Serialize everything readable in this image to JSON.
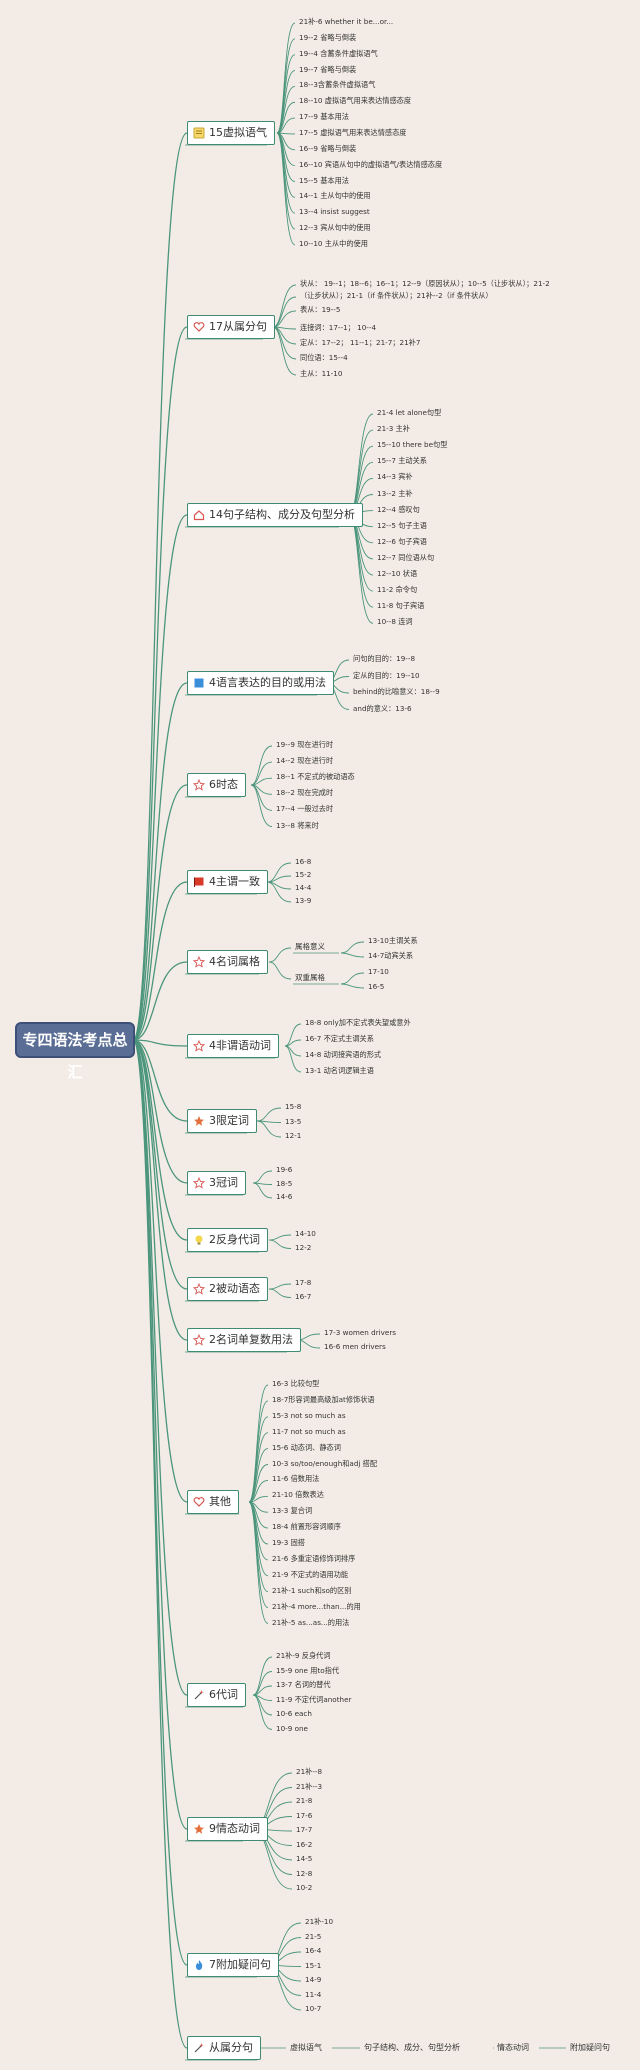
{
  "root": {
    "label": "专四语法考点总汇"
  },
  "topics": [
    {
      "label": "15虚拟语气",
      "icon": "note-icon",
      "leaves": [
        "21补-6 whether it be...or...",
        "19--2 省略与倒装",
        "19--4 含蓄条件虚拟语气",
        "19--7 省略与倒装",
        "18--3含蓄条件虚拟语气",
        "18--10 虚拟语气用来表达情感态度",
        "17--9 基本用法",
        "17--5 虚拟语气用来表达情感态度",
        "16--9 省略与倒装",
        "16--10 宾语从句中的虚拟语气/表达情感态度",
        "15--5 基本用法",
        "14--1 主从句中的使用",
        "13--4 insist suggest",
        "12--3 宾从句中的使用",
        "10--10 主从中的使用"
      ]
    },
    {
      "label": "17从属分句",
      "icon": "heart-icon",
      "leaves": [
        "状从： 19--1；18--6；16--1；12--9（原因状从）；10--5（让步状从）；21-2",
        "（让步状从）；21-1（if 条件状从）；21补--2（if 条件状从）",
        "表从：19--5",
        "连接词：17--1； 10--4",
        "定从：17--2； 11--1；21-7；21补7",
        "同位语：15--4",
        "主从：11-10"
      ]
    },
    {
      "label": "14句子结构、成分及句型分析",
      "icon": "home-icon",
      "leaves": [
        "21-4 let alone句型",
        "21-3 主补",
        "15--10 there be句型",
        "15--7 主动关系",
        "14--3 宾补",
        "13--2 主补",
        "12--4 感叹句",
        "12--5 句子主语",
        "12--6 句子宾语",
        "12--7 同位语从句",
        "12--10 状语",
        "11-2 命令句",
        "11-8 句子宾语",
        "10--8 连词"
      ]
    },
    {
      "label": "4语言表达的目的或用法",
      "icon": "square-blue-icon",
      "leaves": [
        "问句的目的：19--8",
        "定从的目的：19--10",
        "behind的比喻意义：18--9",
        "and的意义：13-6"
      ]
    },
    {
      "label": "6时态",
      "icon": "star-outline-icon",
      "leaves": [
        "19--9 现在进行时",
        "14--2 现在进行时",
        "18--1 不定式的被动语态",
        "18--2 现在完成时",
        "17--4 一般过去时",
        "13--8 将来时"
      ]
    },
    {
      "label": "4主谓一致",
      "icon": "flag-icon",
      "leaves": [
        "16-8",
        "15-2",
        "14-4",
        "13-9"
      ]
    },
    {
      "label": "4名词属格",
      "icon": "star-outline-icon",
      "subs": [
        {
          "label": "属格意义",
          "leaves": [
            "13-10主谓关系",
            "14-7动宾关系"
          ]
        },
        {
          "label": "双重属格",
          "leaves": [
            "17-10",
            "16-5"
          ]
        }
      ]
    },
    {
      "label": "4非谓语动词",
      "icon": "star-outline-icon",
      "leaves": [
        "18-8 only加不定式表失望或意外",
        "16-7 不定式主谓关系",
        "14-8 动词接宾语的形式",
        "13-1 动名词逻辑主语"
      ]
    },
    {
      "label": "3限定词",
      "icon": "star-filled-icon",
      "leaves": [
        "15-8",
        "13-5",
        "12-1"
      ]
    },
    {
      "label": "3冠词",
      "icon": "star-outline-icon",
      "leaves": [
        "19-6",
        "18-5",
        "14-6"
      ]
    },
    {
      "label": "2反身代词",
      "icon": "bulb-icon",
      "leaves": [
        "14-10",
        "12-2"
      ]
    },
    {
      "label": "2被动语态",
      "icon": "star-outline-icon",
      "leaves": [
        "17-8",
        "16-7"
      ]
    },
    {
      "label": "2名词单复数用法",
      "icon": "star-outline-icon",
      "leaves": [
        "17-3 women drivers",
        "16-6 men drivers"
      ]
    },
    {
      "label": "其他",
      "icon": "heart-icon",
      "leaves": [
        "16-3 比较句型",
        "18-7形容词最高级加at修饰状语",
        "15-3 not so much as",
        "11-7 not so much as",
        "15-6 动态词、静态词",
        "10-3 so/too/enough和adj 搭配",
        "11-6 倍数用法",
        "21-10 倍数表达",
        "13-3 复合词",
        "18-4 前置形容词顺序",
        "19-3 固搭",
        "21-6 多重定语修饰词排序",
        "21-9 不定式的语用功能",
        "21补-1 such和so的区别",
        "21补-4 more...than...的用",
        "21补-5 as...as...的用法"
      ]
    },
    {
      "label": "6代词",
      "icon": "wand-icon",
      "leaves": [
        "21补-9 反身代词",
        "15-9 one 用to指代",
        "13-7 名词的替代",
        "11-9 不定代词another",
        "10-6 each",
        "10-9 one"
      ]
    },
    {
      "label": "9情态动词",
      "icon": "star-filled-icon",
      "leaves": [
        "21补--8",
        "21补--3",
        "21-8",
        "17-6",
        "17-7",
        "16-2",
        "14-5",
        "12-8",
        "10-2"
      ]
    },
    {
      "label": "7附加疑问句",
      "icon": "flame-icon",
      "leaves": [
        "21补-10",
        "21-5",
        "16-4",
        "15-1",
        "14-9",
        "11-4",
        "10-7"
      ]
    },
    {
      "label": "从属分句",
      "icon": "wand-icon",
      "leaves": []
    }
  ],
  "legend": [
    "虚拟语气",
    "句子结构、成分、句型分析",
    "情态动词",
    "附加疑问句"
  ],
  "colors": {
    "line": "#4b957c",
    "root_bg": "#5a6d94",
    "background": "#f3ece6",
    "star": "#d9534f",
    "blue": "#3b8fd9"
  }
}
